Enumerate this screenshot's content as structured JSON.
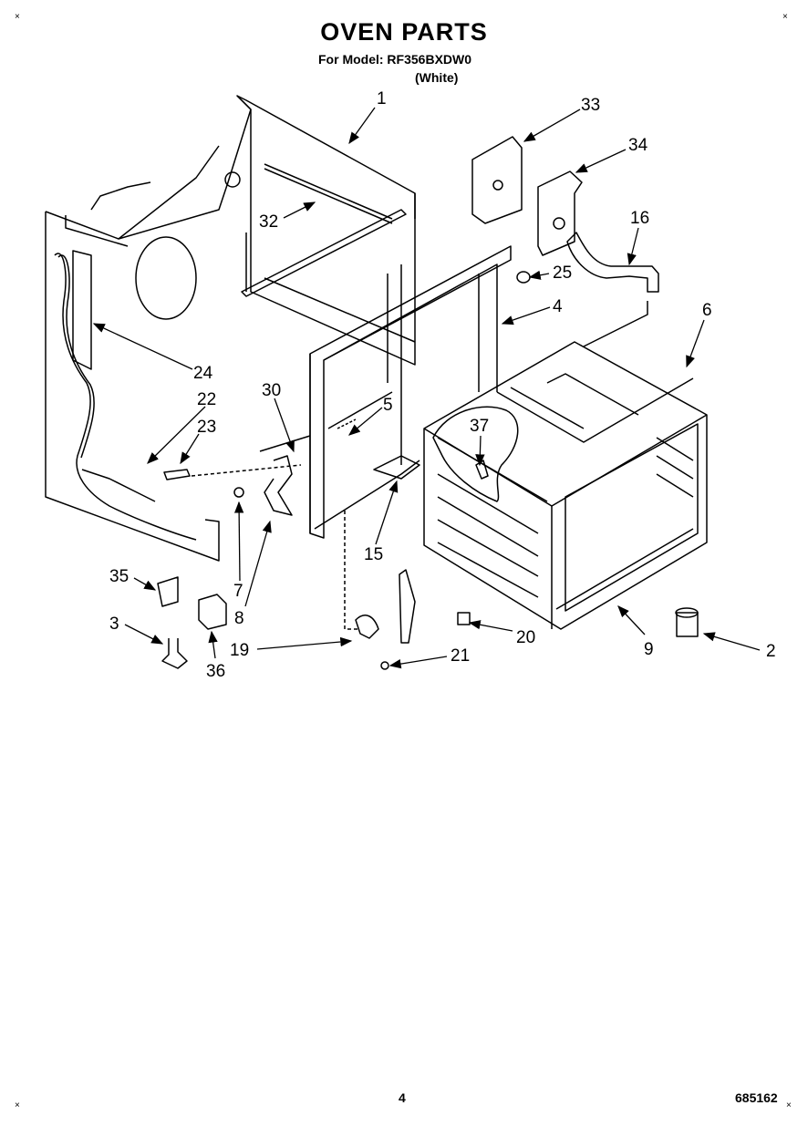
{
  "header": {
    "title": "OVEN PARTS",
    "model_line": "For Model: RF356BXDW0",
    "color_line": "(White)"
  },
  "footer": {
    "page_number": "4",
    "doc_number": "685162"
  },
  "corner_mark": "×",
  "callouts": [
    "1",
    "2",
    "3",
    "4",
    "5",
    "6",
    "7",
    "8",
    "9",
    "15",
    "16",
    "19",
    "20",
    "21",
    "22",
    "23",
    "24",
    "25",
    "30",
    "32",
    "33",
    "34",
    "35",
    "36",
    "37"
  ]
}
